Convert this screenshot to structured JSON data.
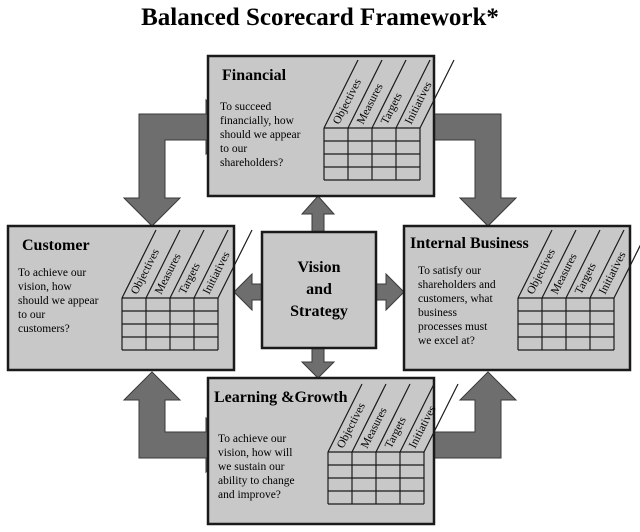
{
  "title": "Balanced Scorecard Framework*",
  "center": {
    "lines": [
      "Vision",
      "and",
      "Strategy"
    ]
  },
  "columns": [
    "Objectives",
    "Measures",
    "Targets",
    "Initiatives"
  ],
  "boxes": {
    "financial": {
      "title": "Financial",
      "desc": [
        "To succeed",
        "financially, how",
        "should we appear",
        "to our",
        "shareholders?"
      ]
    },
    "customer": {
      "title": "Customer",
      "desc": [
        "To achieve our",
        "vision, how",
        "should we appear",
        "to our",
        "customers?"
      ]
    },
    "internal": {
      "title": "Internal Business",
      "desc": [
        "To satisfy our",
        "shareholders and",
        "customers, what",
        "business",
        "processes must",
        "we excel at?"
      ]
    },
    "learning": {
      "title": "Learning &Growth",
      "desc": [
        "To achieve our",
        "vision, how will",
        "we sustain our",
        "ability to change",
        "and improve?"
      ]
    }
  },
  "colors": {
    "box_fill": "#c8c8c8",
    "center_fill": "#c8c8c8",
    "arrow_fill": "#6e6e6e",
    "outline": "#1a1a1a"
  }
}
